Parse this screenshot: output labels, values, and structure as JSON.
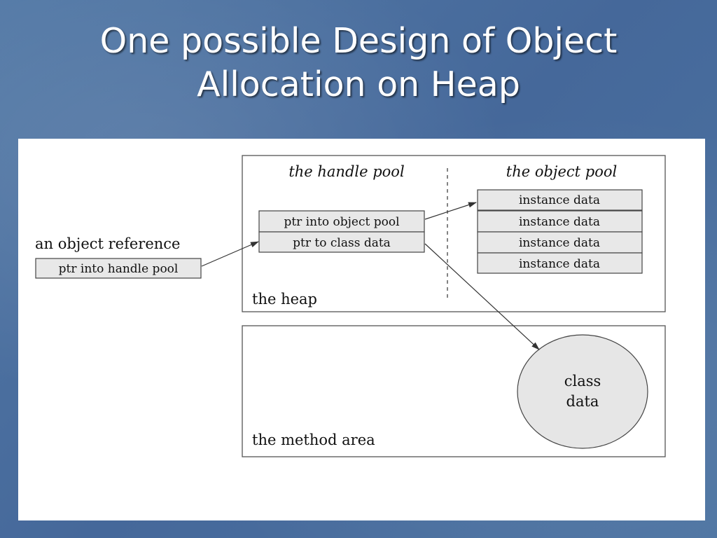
{
  "slide": {
    "title_line1": "One possible Design of Object",
    "title_line2": "Allocation on Heap"
  },
  "diagram": {
    "handle_pool_label": "the handle pool",
    "object_pool_label": "the object pool",
    "object_reference_label": "an object reference",
    "ptr_into_handle_pool": "ptr into handle pool",
    "ptr_into_object_pool": "ptr into object pool",
    "ptr_to_class_data": "ptr to class data",
    "instance_data": [
      "instance data",
      "instance data",
      "instance data",
      "instance data"
    ],
    "heap_label": "the heap",
    "method_area_label": "the method area",
    "class_data_line1": "class",
    "class_data_line2": "data"
  },
  "colors": {
    "background": "#4a6f9a",
    "box_fill": "#e8e8e8",
    "circle_fill": "#e6e6e6",
    "stroke": "#333333"
  }
}
